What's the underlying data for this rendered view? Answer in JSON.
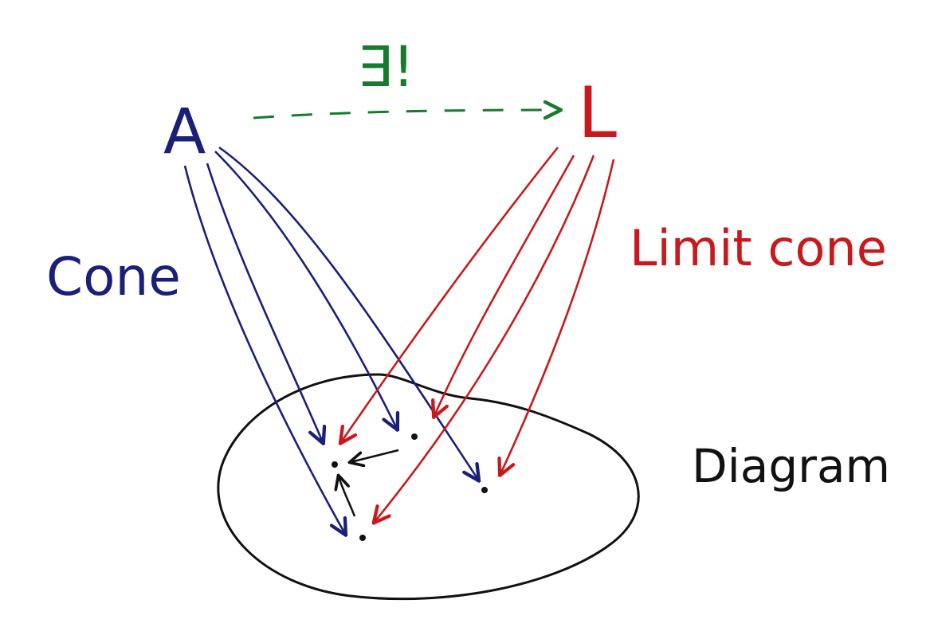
{
  "labels": {
    "apex_a": "A",
    "apex_l": "L",
    "unique_morphism": "∃!",
    "cone": "Cone",
    "limit_cone": "Limit cone",
    "diagram": "Diagram"
  },
  "colors": {
    "cone": "#1a1f7a",
    "limit_cone": "#c8191c",
    "unique_morphism": "#177a2d",
    "diagram": "#111111"
  }
}
